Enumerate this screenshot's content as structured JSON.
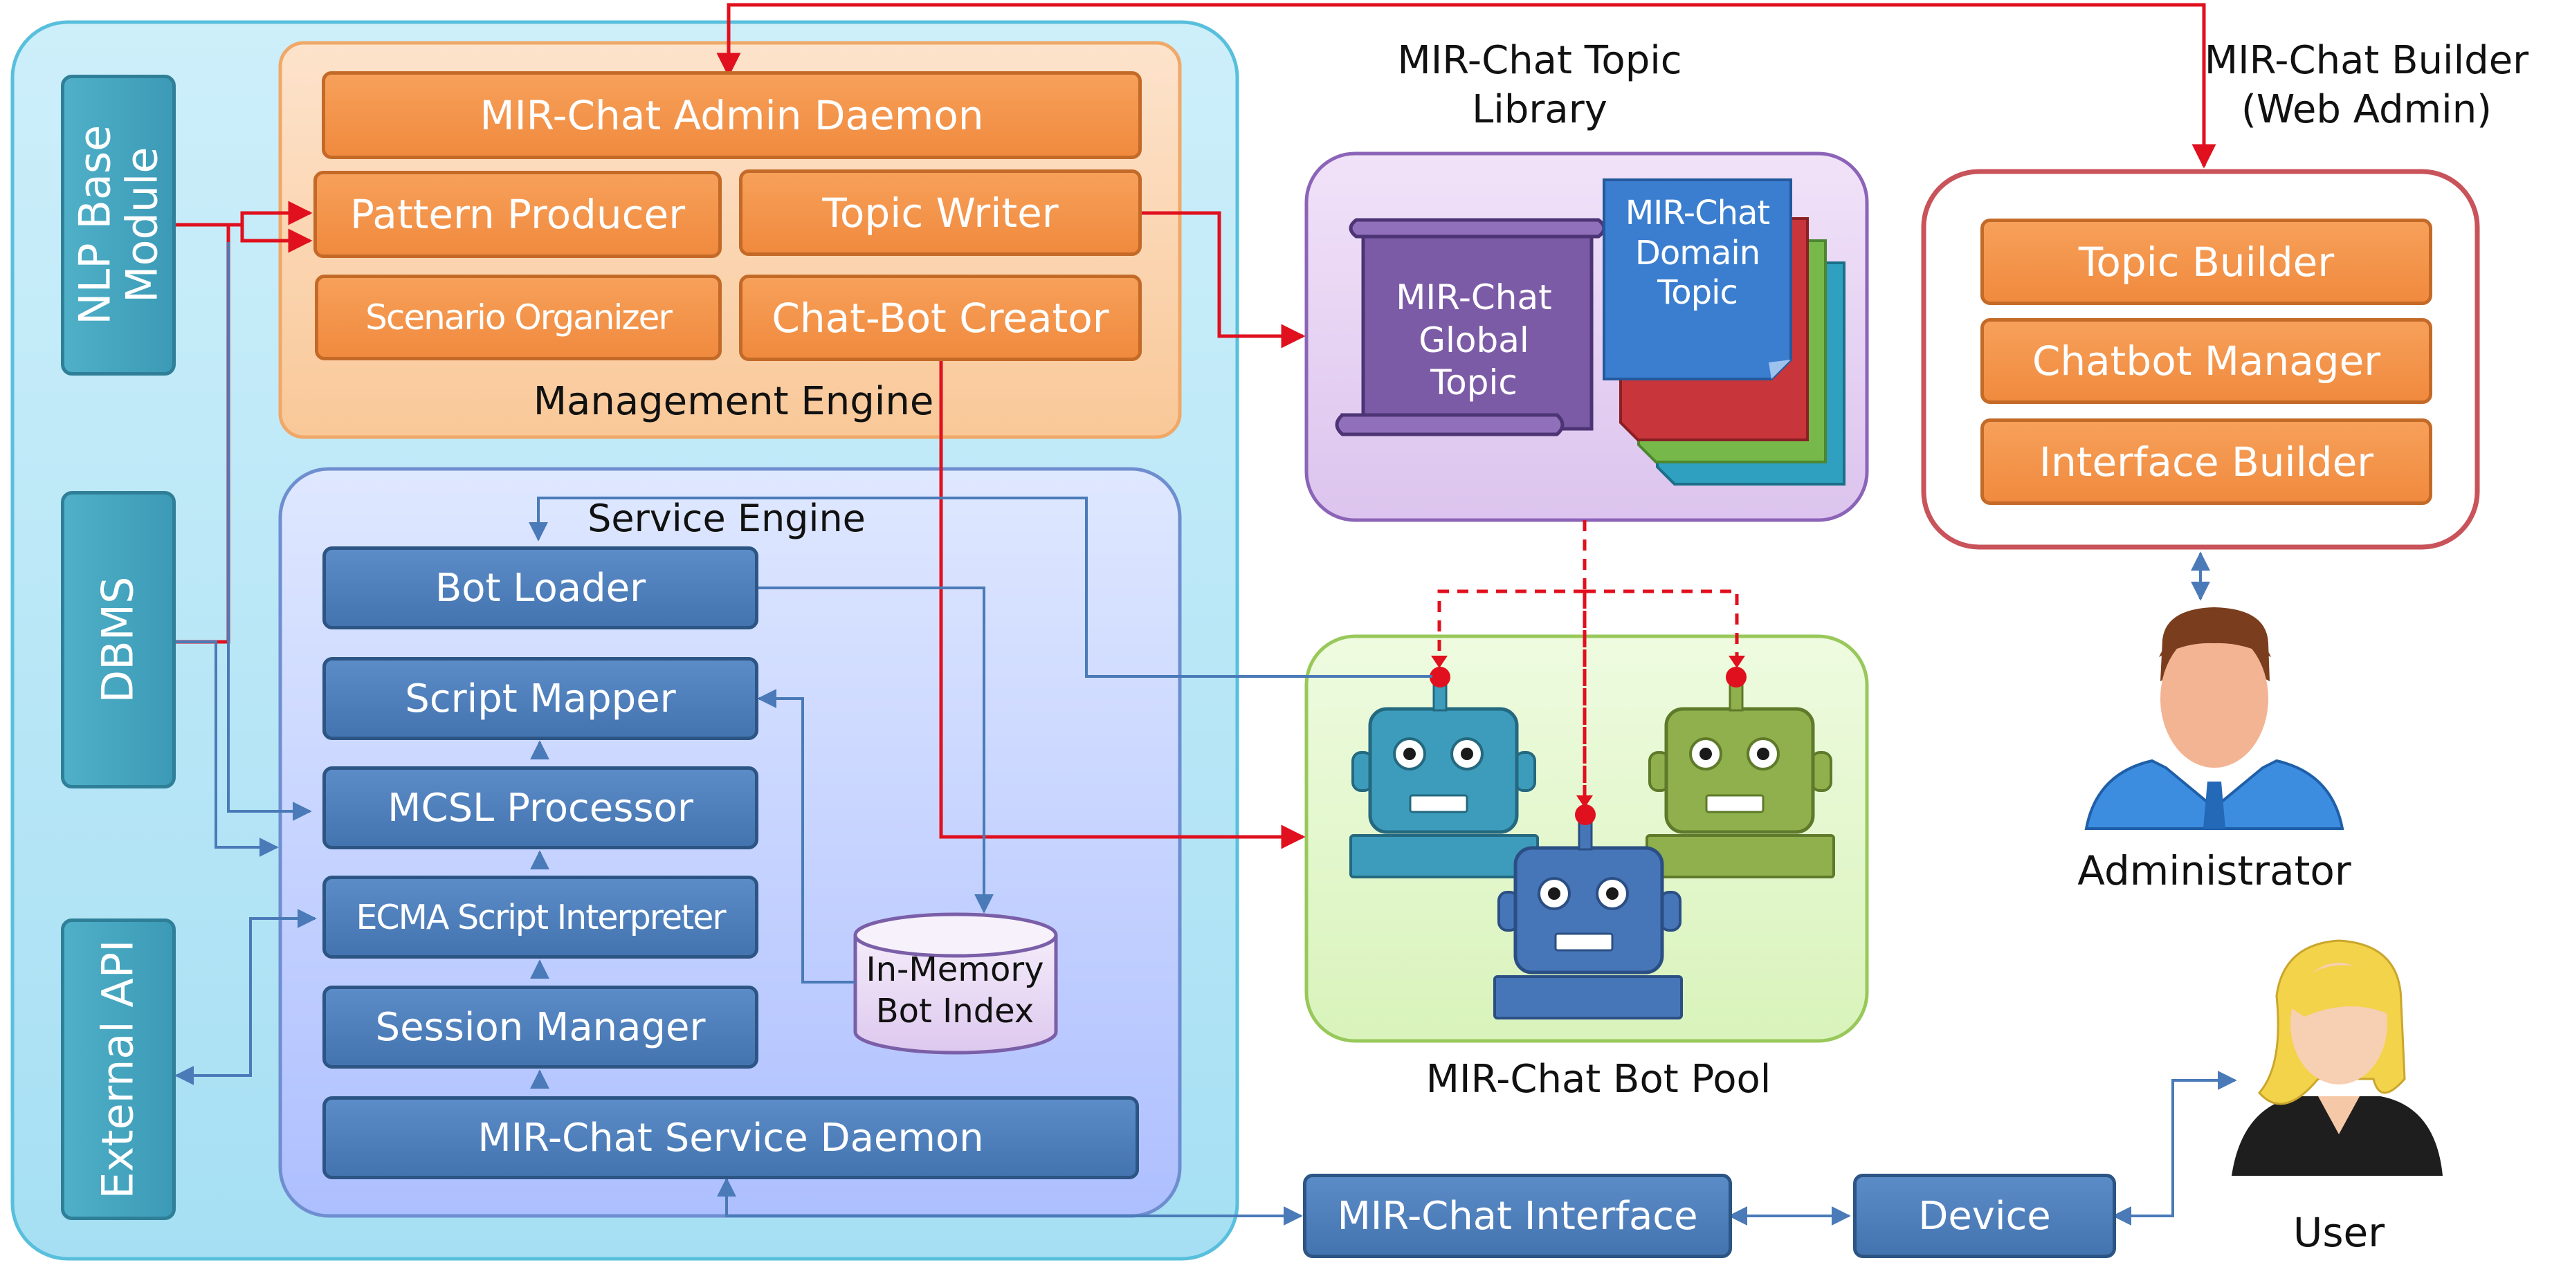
{
  "admin_daemon": "MIR-Chat Admin Daemon",
  "pattern_producer": "Pattern Producer",
  "topic_writer": "Topic Writer",
  "scenario_organizer": "Scenario Organizer",
  "chatbot_creator": "Chat-Bot Creator",
  "management_engine": "Management Engine",
  "service_engine": "Service Engine",
  "bot_loader": "Bot Loader",
  "script_mapper": "Script Mapper",
  "mcsl_processor": "MCSL Processor",
  "ecma_interpreter": "ECMA Script Interpreter",
  "session_manager": "Session Manager",
  "service_daemon": "MIR-Chat Service Daemon",
  "in_memory_index": "In-Memory\nBot Index",
  "nlp_module": "NLP Base\nModule",
  "dbms": "DBMS",
  "external_api": "External API",
  "topic_library_title": "MIR-Chat Topic\nLibrary",
  "global_topic": "MIR-Chat\nGlobal\nTopic",
  "domain_topic": "MIR-Chat\nDomain\nTopic",
  "builder_title": "MIR-Chat Builder\n(Web Admin)",
  "topic_builder": "Topic Builder",
  "chatbot_manager": "Chatbot Manager",
  "interface_builder": "Interface Builder",
  "administrator": "Administrator",
  "bot_pool": "MIR-Chat Bot Pool",
  "chat_interface": "MIR-Chat Interface",
  "device": "Device",
  "user": "User",
  "colors": {
    "arrow_red": "#e0101e",
    "arrow_blue": "#4a7ab8",
    "orange": "#f08a3e",
    "blue_box": "#4a7bb7",
    "teal_box": "#4aa8c2"
  }
}
